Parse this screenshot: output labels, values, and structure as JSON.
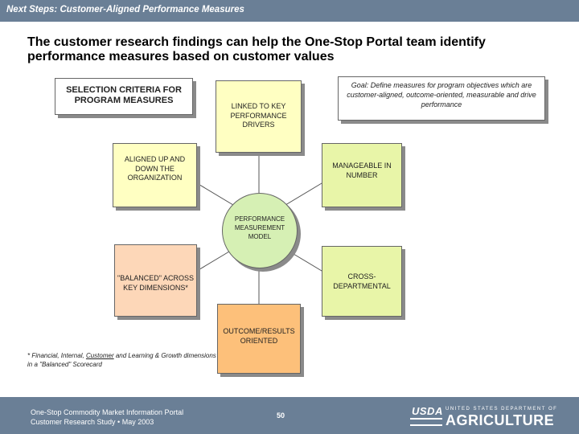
{
  "header": {
    "title": "Next Steps: Customer-Aligned Performance Measures"
  },
  "main": {
    "heading": "The customer research findings can help the One-Stop Portal team identify performance measures based on customer values",
    "selection_label": "SELECTION CRITERIA FOR PROGRAM MEASURES",
    "goal": "Goal: Define measures for program objectives which are customer-aligned, outcome-oriented, measurable and drive performance",
    "hub": "PERFORMANCE MEASUREMENT MODEL",
    "nodes": {
      "linked": "LINKED TO KEY PERFORMANCE DRIVERS",
      "aligned": "ALIGNED UP AND DOWN THE ORGANIZATION",
      "manageable": "MANAGEABLE IN NUMBER",
      "balanced": "\"BALANCED\" ACROSS KEY DIMENSIONS*",
      "cross": "CROSS-DEPARTMENTAL",
      "outcome": "OUTCOME/RESULTS ORIENTED"
    },
    "footnote": "* Financial, Internal, Customer and Learning & Growth dimensions in a \"Balanced\" Scorecard",
    "footnote_underlined": "Customer"
  },
  "footer": {
    "line1": "One-Stop Commodity Market Information Portal",
    "line2": "Customer Research Study • May 2003",
    "page": "50",
    "logo_mark": "USDA",
    "logo_small": "UNITED STATES DEPARTMENT OF",
    "logo_big": "AGRICULTURE"
  },
  "colors": {
    "bar": "#6a7f96",
    "yellow": "#ffffc2",
    "green": "#e8f5a8",
    "orange_light": "#fdd7b8",
    "orange": "#fdc07a",
    "hub": "#d6f0b4"
  }
}
